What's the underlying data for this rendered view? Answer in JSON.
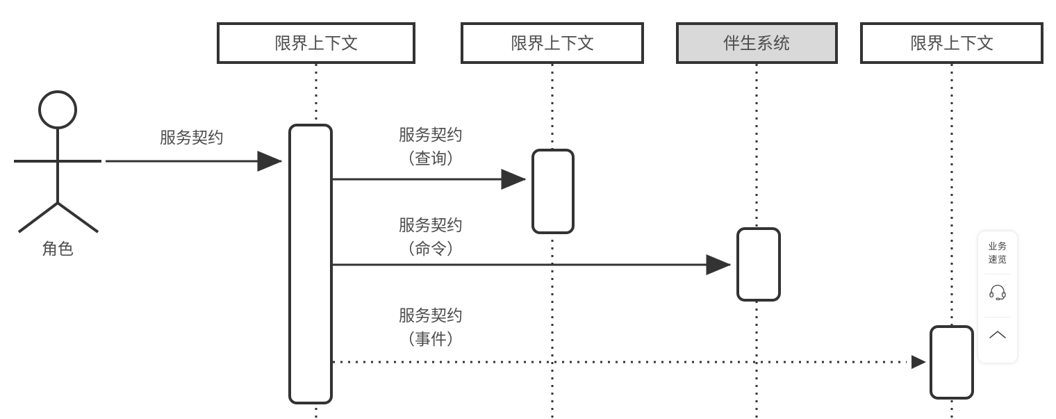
{
  "diagram": {
    "type": "uml-sequence-diagram",
    "background": "#ffffff",
    "stroke_color": "#333333",
    "text_color": "#4d4d4d",
    "highlight_fill": "#d9d9d9",
    "actor": {
      "name": "actor",
      "label": "角色"
    },
    "lifelines": [
      {
        "id": "ll1",
        "label": "限界上下文",
        "highlighted": false
      },
      {
        "id": "ll2",
        "label": "限界上下文",
        "highlighted": false
      },
      {
        "id": "ll3",
        "label": "伴生系统",
        "highlighted": true
      },
      {
        "id": "ll4",
        "label": "限界上下文",
        "highlighted": false
      }
    ],
    "messages": [
      {
        "id": "m1",
        "label_line1": "服务契约",
        "label_line2": "",
        "style": "solid",
        "from": "actor",
        "to": "ll1"
      },
      {
        "id": "m2",
        "label_line1": "服务契约",
        "label_line2": "（查询）",
        "style": "solid",
        "from": "ll1",
        "to": "ll2"
      },
      {
        "id": "m3",
        "label_line1": "服务契约",
        "label_line2": "（命令）",
        "style": "solid",
        "from": "ll1",
        "to": "ll3"
      },
      {
        "id": "m4",
        "label_line1": "服务契约",
        "label_line2": "（事件）",
        "style": "dotted",
        "from": "ll1",
        "to": "ll4"
      }
    ]
  },
  "side_widget": {
    "text_line1": "业务",
    "text_line2": "速览",
    "support_icon": "headset-icon",
    "collapse_icon": "chevron-up-icon"
  }
}
